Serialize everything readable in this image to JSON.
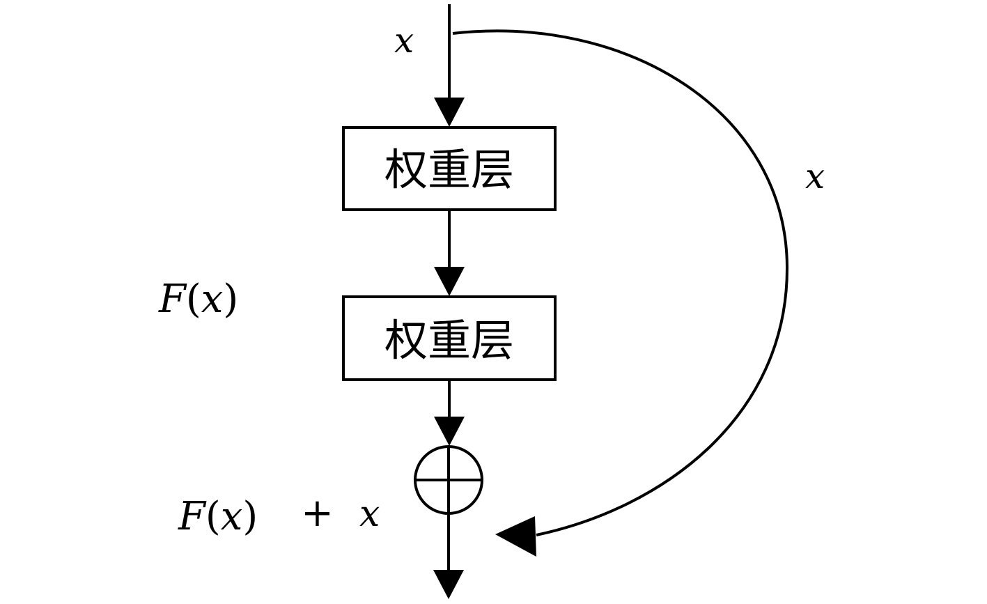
{
  "input_label": "x",
  "blocks": [
    {
      "label": "权重层"
    },
    {
      "label": "权重层"
    }
  ],
  "residual_label": {
    "func": "F",
    "open_paren": "(",
    "var": "x",
    "close_paren": ")"
  },
  "shortcut_label": "x",
  "output_label": {
    "func": "F",
    "open_paren": "(",
    "var": "x",
    "close_paren": ")",
    "plus": "+",
    "shortcut": "x"
  }
}
